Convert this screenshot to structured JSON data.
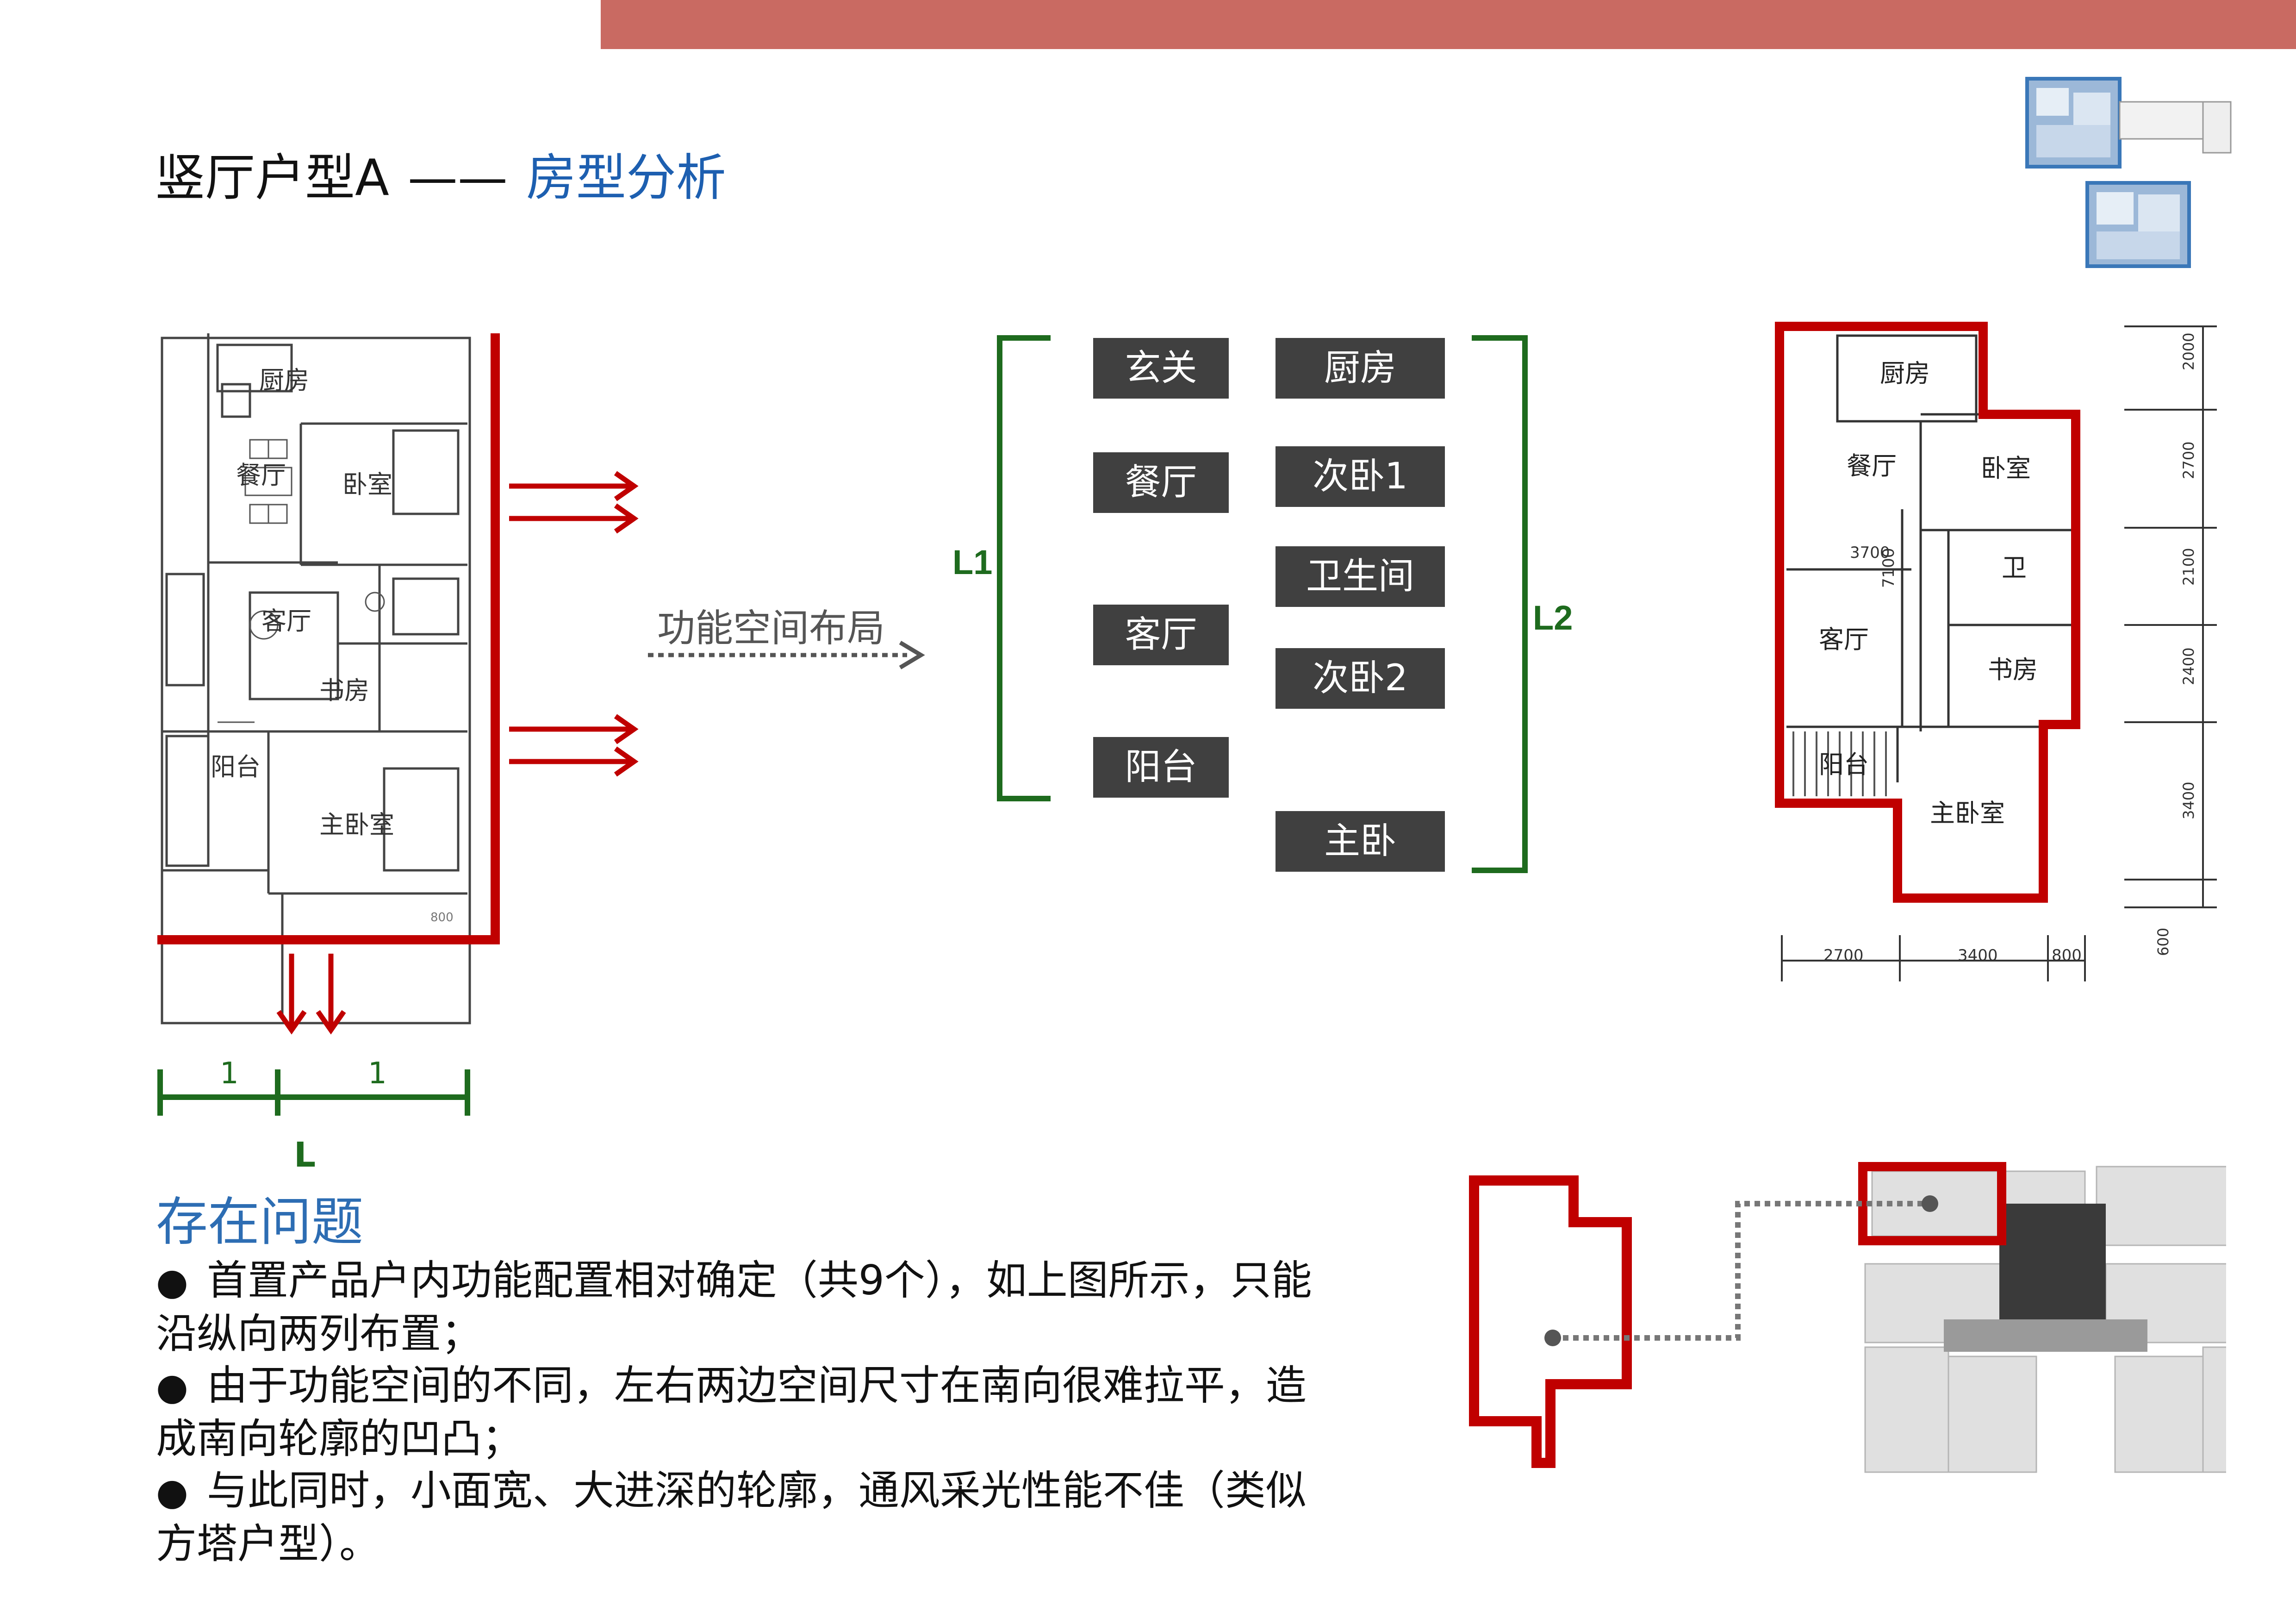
{
  "header": {
    "title": "竖厅户型A",
    "dash": "——",
    "subtitle": "房型分析"
  },
  "left_plan": {
    "rooms": [
      "厨房",
      "餐厅",
      "卧室",
      "客厅",
      "书房",
      "阳台",
      "主卧室"
    ],
    "unit_labels": [
      "1",
      "1"
    ],
    "unit_total": "L",
    "dim_note": "800"
  },
  "layout_diagram": {
    "arrow_label": "功能空间布局",
    "left_bracket_label": "L1",
    "right_bracket_label": "L2",
    "left_column": [
      "玄关",
      "餐厅",
      "客厅",
      "阳台"
    ],
    "right_column": [
      "厨房",
      "次卧1",
      "卫生间",
      "次卧2",
      "主卧"
    ]
  },
  "right_plan": {
    "rooms": [
      "厨房",
      "餐厅",
      "卧室",
      "卫",
      "客厅",
      "书房",
      "阳台",
      "主卧室"
    ],
    "inner_dims": [
      "3700",
      "7100"
    ],
    "vertical_dims": [
      "2000",
      "2700",
      "2100",
      "2400",
      "3400",
      "600"
    ],
    "horizontal_dims": [
      "2700",
      "3400",
      "800"
    ]
  },
  "issues": {
    "heading": "存在问题",
    "items": [
      "首置产品户内功能配置相对确定（共9个），如上图所示，只能沿纵向两列布置；",
      "由于功能空间的不同，左右两边空间尺寸在南向很难拉平，造成南向轮廓的凹凸；",
      "与此同时，小面宽、大进深的轮廓，通风采光性能不佳（类似方塔户型）。"
    ]
  },
  "colors": {
    "accent_red": "#c00000",
    "top_bar": "#c96a62",
    "title_blue": "#1d5fb0",
    "bracket_green": "#1e6b1e",
    "tag_bg": "#404040"
  }
}
